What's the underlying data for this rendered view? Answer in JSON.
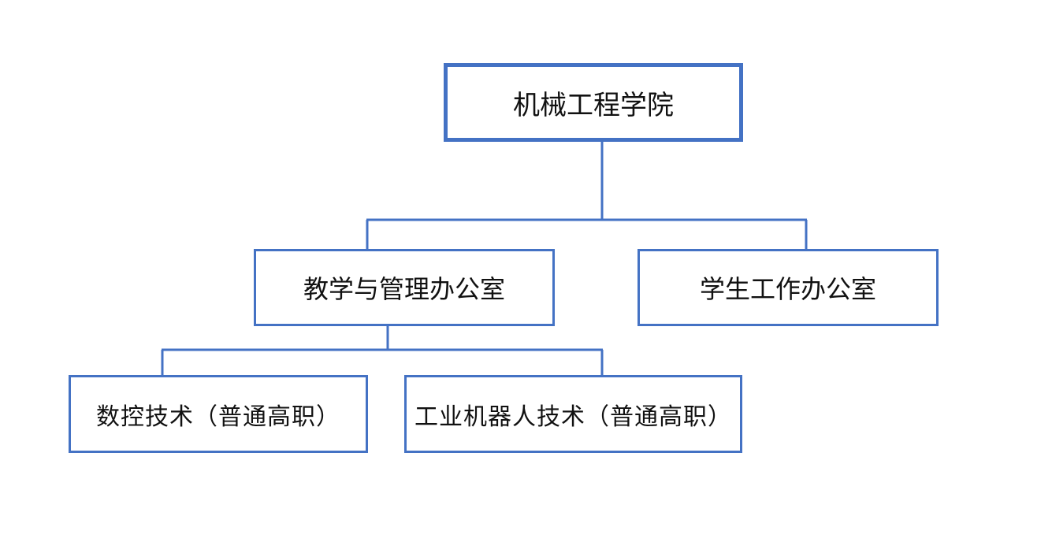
{
  "colors": {
    "box_border": "#4472C4",
    "connector": "#4472C4",
    "text": "#111111",
    "background": "#ffffff"
  },
  "org_chart": {
    "root": {
      "label": "机械工程学院"
    },
    "level2": [
      {
        "label": "教学与管理办公室"
      },
      {
        "label": "学生工作办公室"
      }
    ],
    "level3": [
      {
        "label": "数控技术（普通高职）"
      },
      {
        "label": "工业机器人技术（普通高职）"
      }
    ]
  }
}
